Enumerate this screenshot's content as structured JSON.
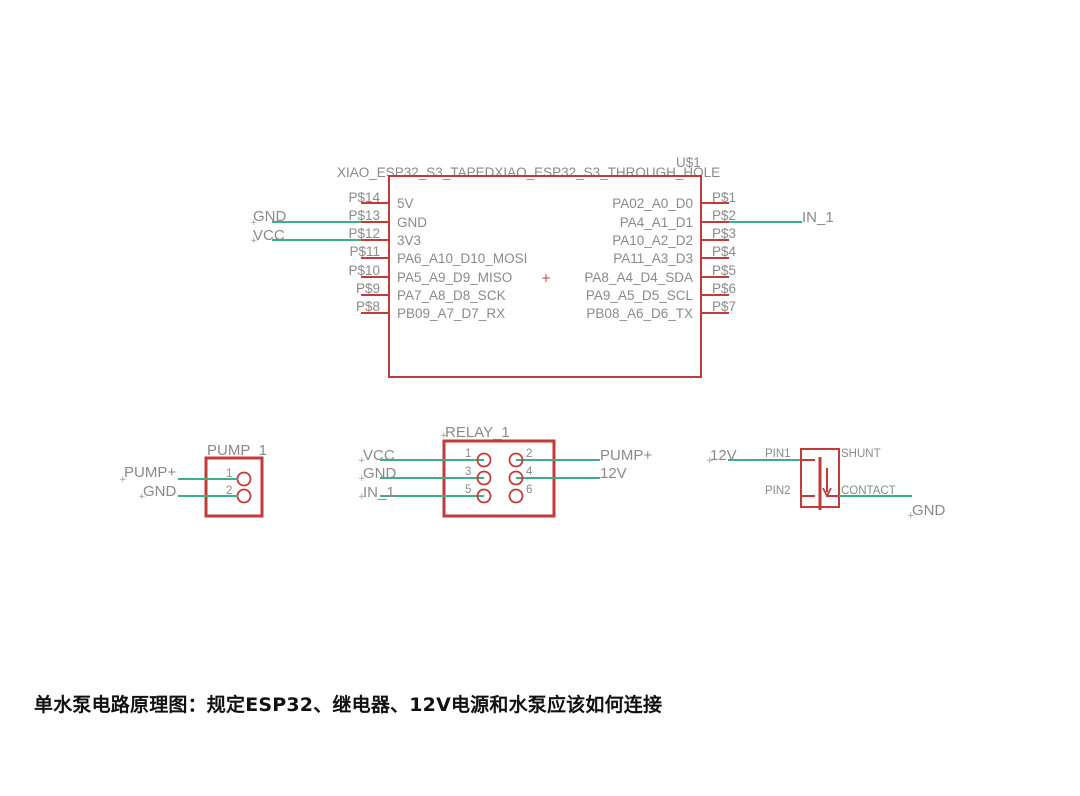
{
  "mcu": {
    "name": "U$1",
    "value": "XIAO_ESP32_S3_TAPEDXIAO_ESP32_S3_THROUGH_HOLE",
    "left_pins": [
      {
        "pad": "P$14",
        "signal": "5V"
      },
      {
        "pad": "P$13",
        "signal": "GND"
      },
      {
        "pad": "P$12",
        "signal": "3V3"
      },
      {
        "pad": "P$11",
        "signal": "PA6_A10_D10_MOSI"
      },
      {
        "pad": "P$10",
        "signal": "PA5_A9_D9_MISO"
      },
      {
        "pad": "P$9",
        "signal": "PA7_A8_D8_SCK"
      },
      {
        "pad": "P$8",
        "signal": "PB09_A7_D7_RX"
      }
    ],
    "right_pins": [
      {
        "pad": "P$1",
        "signal": "PA02_A0_D0"
      },
      {
        "pad": "P$2",
        "signal": "PA4_A1_D1"
      },
      {
        "pad": "P$3",
        "signal": "PA10_A2_D2"
      },
      {
        "pad": "P$4",
        "signal": "PA11_A3_D3"
      },
      {
        "pad": "P$5",
        "signal": "PA8_A4_D4_SDA"
      },
      {
        "pad": "P$6",
        "signal": "PA9_A5_D5_SCL"
      },
      {
        "pad": "P$7",
        "signal": "PB08_A6_D6_TX"
      }
    ]
  },
  "mcu_nets": {
    "gnd": "GND",
    "vcc": "VCC",
    "in1": "IN_1"
  },
  "pump": {
    "name": "PUMP_1",
    "pins": [
      "1",
      "2"
    ],
    "nets": [
      "PUMP+",
      "GND"
    ]
  },
  "relay": {
    "name": "RELAY_1",
    "pins": [
      "1",
      "2",
      "3",
      "4",
      "5",
      "6"
    ],
    "left_nets": [
      "VCC",
      "GND",
      "IN_1"
    ],
    "right_nets": [
      "PUMP+",
      "12V"
    ]
  },
  "supply": {
    "pin1": "PIN1",
    "pin2": "PIN2",
    "shunt": "SHUNT",
    "contact": "CONTACT",
    "net_in": "12V",
    "net_out": "GND"
  },
  "caption": "单水泵电路原理图：规定ESP32、继电器、12V电源和水泵应该如何连接",
  "colors": {
    "symbol": "#c23a3a",
    "wire": "#3fae86",
    "label": "#8a8a8a"
  }
}
